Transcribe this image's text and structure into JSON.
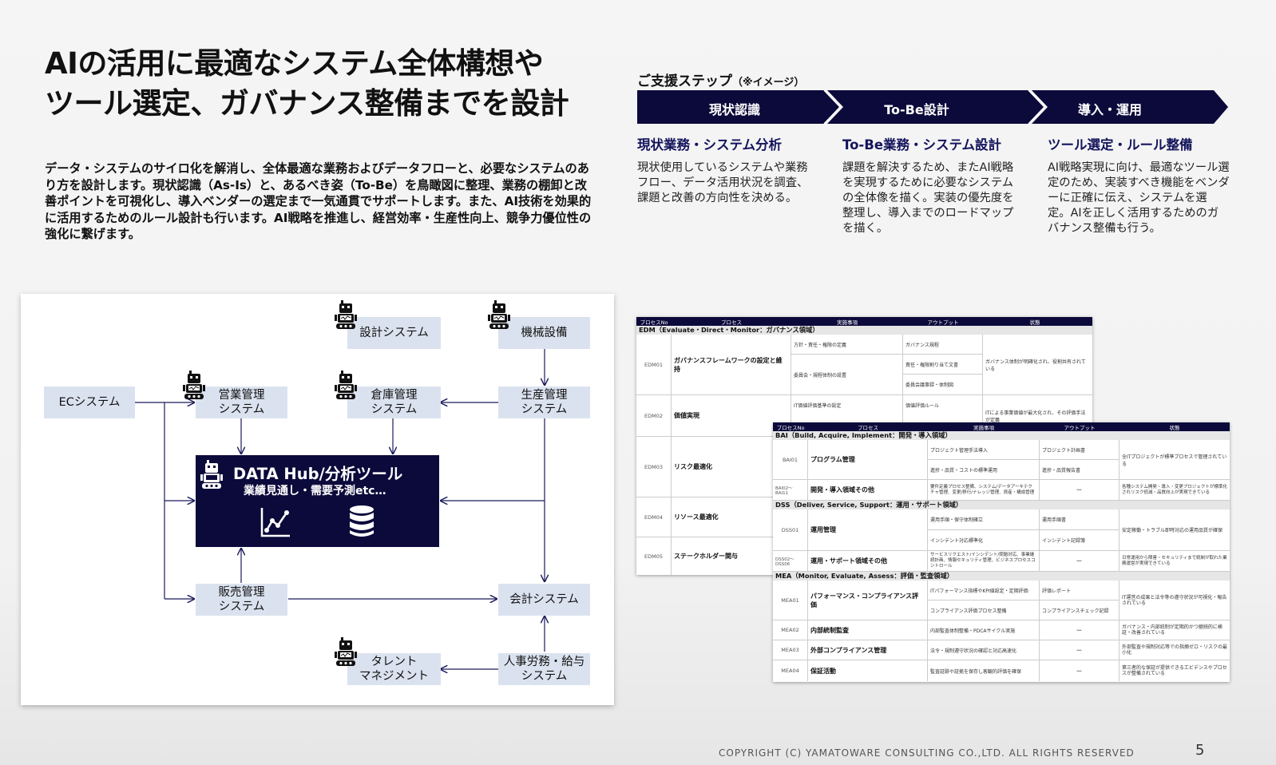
{
  "title": {
    "line1": "AIの活用に最適なシステム全体構想や",
    "line2": "ツール選定、ガバナンス整備までを設計"
  },
  "description": "データ・システムのサイロ化を解消し、全体最適な業務およびデータフローと、必要なシステムのあり方を設計します。現状認識（As-Is）と、あるべき姿（To-Be）を鳥瞰図に整理、業務の棚卸と改善ポイントを可視化し、導入ベンダーの選定まで一気通貫でサポートします。また、AI技術を効果的に活用するためのルール設計も行います。AI戦略を推進し、経営効率・生産性向上、競争力優位性の強化に繋げます。",
  "steps": {
    "label": "ご支援ステップ",
    "label_note": "（※イメージ）",
    "chevrons": [
      "現状認識",
      "To-Be設計",
      "導入・運用"
    ],
    "columns": [
      {
        "heading": "現状業務・システム分析",
        "text": "現状使用しているシステムや業務フロー、データ活用状況を調査、課題と改善の方向性を決める。"
      },
      {
        "heading": "To-Be業務・システム設計",
        "text": "課題を解決するため、またAI戦略を実現するために必要なシステムの全体像を描く。実装の優先度を整理し、導入までのロードマップを描く。"
      },
      {
        "heading": "ツール選定・ルール整備",
        "text": "AI戦略実現に向け、最適なツール選定のため、実装すべき機能をベンダーに正確に伝え、システムを選定。AIを正しく活用するためのガバナンス整備も行う。"
      }
    ],
    "chevron_color": "#0c0a3b"
  },
  "diagram": {
    "nodes": {
      "ec": "ECシステム",
      "design": "設計システム",
      "machine": "機械設備",
      "sales_l1": "営業管理",
      "sales_l2": "システム",
      "warehouse_l1": "倉庫管理",
      "warehouse_l2": "システム",
      "production_l1": "生産管理",
      "production_l2": "システム",
      "retail_l1": "販売管理",
      "retail_l2": "システム",
      "accounting": "会計システム",
      "talent_l1": "タレント",
      "talent_l2": "マネジメント",
      "hr_l1": "人事労務・給与",
      "hr_l2": "システム"
    },
    "hub": {
      "title": "DATA Hub/分析ツール",
      "subtitle": "業績見通し・需要予測etc…"
    },
    "icons": [
      "robot-icon",
      "chart-icon",
      "database-icon"
    ],
    "colors": {
      "node_bg": "#dbe2ef",
      "hub_bg": "#0c0a3b",
      "line": "#1a1a5c"
    }
  },
  "table1": {
    "headers": [
      "プロセスNo",
      "プロセス",
      "実施事項",
      "アウトプット",
      "状態"
    ],
    "section": "EDM（Evaluate・Direct・Monitor：ガバナンス領域）",
    "rows": [
      {
        "no": "EDM01",
        "process": "ガバナンスフレームワークの設定と維持",
        "items": [
          "方針・責任・権限の定義",
          "委員会・規程体制の設置"
        ],
        "outputs": [
          "ガバナンス規程",
          "責任・権限割り当て文書",
          "委員会議事録・体制図"
        ],
        "status": "ガバナンス体制が明確化され、役割共有されている"
      },
      {
        "no": "EDM02",
        "process": "価値実現",
        "items": [
          "IT価値評価基準の設定"
        ],
        "outputs": [
          "価値評価ルール"
        ],
        "status": "ITによる事業価値が最大化され、その評価手法が定義"
      },
      {
        "no": "EDM03",
        "process": "リスク最適化",
        "items": [],
        "outputs": [],
        "status": ""
      },
      {
        "no": "EDM04",
        "process": "リソース最適化",
        "items": [],
        "outputs": [],
        "status": ""
      },
      {
        "no": "EDM05",
        "process": "ステークホルダー関与",
        "items": [],
        "outputs": [],
        "status": ""
      }
    ]
  },
  "table2": {
    "headers": [
      "プロセスNo",
      "プロセス",
      "実施事項",
      "アウトプット",
      "状態"
    ],
    "sections": [
      {
        "title": "BAI（Build, Acquire, Implement：開発・導入領域）",
        "rows": [
          {
            "no": "BAI01",
            "process": "プログラム管理",
            "items": [
              "プロジェクト管理手法導入",
              "進捗・品質・コストの標準運用"
            ],
            "outputs": [
              "プロジェクト計画書",
              "進捗・品質報告書"
            ],
            "status": "全ITプロジェクトが標準プロセスで管理されている"
          },
          {
            "no": "BAI02～BAI11",
            "process": "開発・導入領域その他",
            "items": [
              "要件定義プロセス整備、システム/データアーキテクチャ管理、変更/移行/ナレッジ管理、資産・構成管理"
            ],
            "outputs": [
              "ー"
            ],
            "status": "各種システム開発・導入・変更プロジェクトが標準化されリスク低減・品質向上が実現できている"
          }
        ]
      },
      {
        "title": "DSS（Deliver, Service, Support：運用・サポート領域）",
        "rows": [
          {
            "no": "DSS01",
            "process": "運用管理",
            "items": [
              "運用手順・保守体制確立",
              "インシデント対応標準化"
            ],
            "outputs": [
              "運用手順書",
              "インシデント記録簿"
            ],
            "status": "安定稼働・トラブル即時対応の運用品質が確保"
          },
          {
            "no": "DSS02～DSS06",
            "process": "運用・サポート領域その他",
            "items": [
              "サービスリクエスト/インシデント/問題対応、事業継続計画、情報セキュリティ管理、ビジネスプロセスコントロール"
            ],
            "outputs": [
              "ー"
            ],
            "status": "日常運用から障害・セキュリティまで統制が取れた業務運営が実現できている"
          }
        ]
      },
      {
        "title": "MEA（Monitor, Evaluate, Assess：評価・監査領域）",
        "rows": [
          {
            "no": "MEA01",
            "process": "パフォーマンス・コンプライアンス評価",
            "items": [
              "ITパフォーマンス指標やKPI値設定・定期評価",
              "コンプライアンス評価プロセス整備"
            ],
            "outputs": [
              "評価レポート",
              "コンプライアンスチェック記録"
            ],
            "status": "IT運営の成果と法令等の遵守状況が可視化・報告されている"
          },
          {
            "no": "MEA02",
            "process": "内部統制監査",
            "items": [
              "内部監査体制整備・PDCAサイクル実施"
            ],
            "outputs": [
              "ー"
            ],
            "status": "ガバナンス・内部統制が定期的かつ継続的に検証・改善されている"
          },
          {
            "no": "MEA03",
            "process": "外部コンプライアンス管理",
            "items": [
              "法令・規制遵守状況の確認と対応高速化"
            ],
            "outputs": [
              "ー"
            ],
            "status": "外部監査や規制対応等での指摘ゼロ・リスクの最小化"
          },
          {
            "no": "MEA04",
            "process": "保証活動",
            "items": [
              "監査証跡や証拠を保存し客観的評価を確保"
            ],
            "outputs": [
              "ー"
            ],
            "status": "第三者的な保証が提供できるエビデンスやプロセスが整備されている"
          }
        ]
      }
    ]
  },
  "footer": {
    "copyright": "COPYRIGHT (C) YAMATOWARE CONSULTING CO.,LTD. ALL RIGHTS RESERVED",
    "page": "5"
  }
}
